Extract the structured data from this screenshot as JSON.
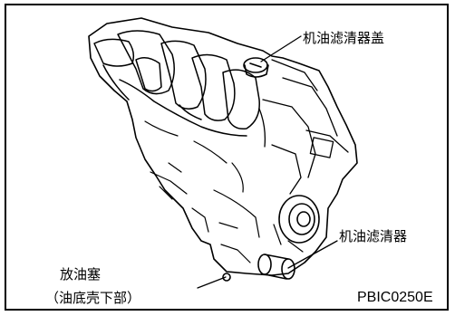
{
  "figure_id": "PBIC0250E",
  "callouts": {
    "oil_filter_cover": "机油滤清器盖",
    "oil_filter": "机油滤清器",
    "drain_plug_line1": "放油塞",
    "drain_plug_line2": "（油底壳下部）"
  }
}
